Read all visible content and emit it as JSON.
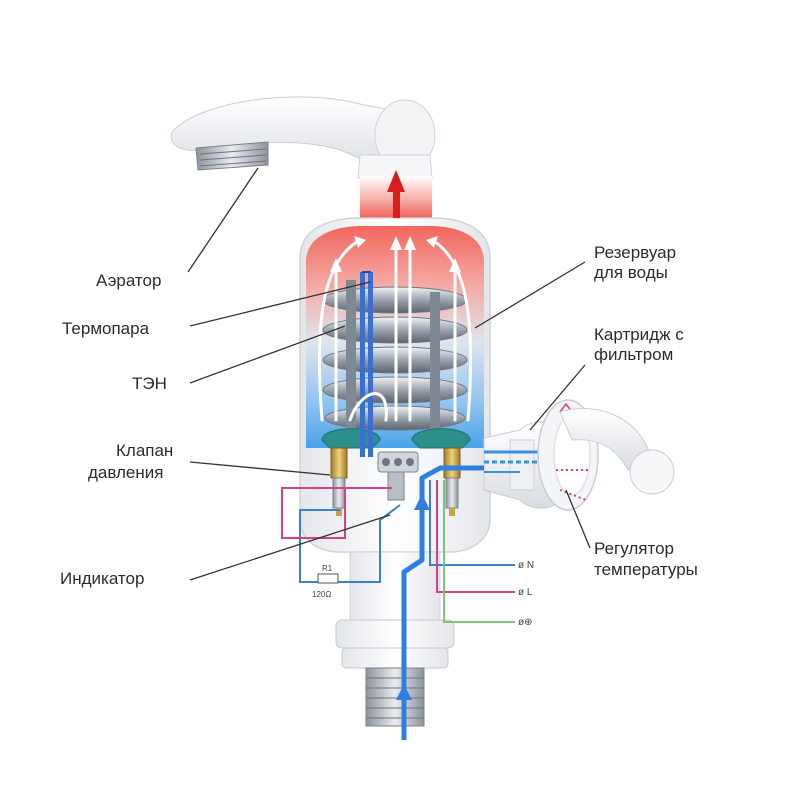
{
  "labels": {
    "aerator": "Аэратор",
    "thermocouple": "Термопара",
    "heater": "ТЭН",
    "valve_line1": "Клапан",
    "valve_line2": "давления",
    "indicator": "Индикатор",
    "reservoir_line1": "Резервуар",
    "reservoir_line2": "для воды",
    "cartridge_line1": "Картридж с",
    "cartridge_line2": "фильтром",
    "regulator_line1": "Регулятор",
    "regulator_line2": "температуры"
  },
  "wiring": {
    "neutral": "ø N",
    "line": "ø L",
    "ground": "ø⊕",
    "resistor_name": "R1",
    "resistor_value": "120Ω"
  },
  "colors": {
    "hot_water": "#ee5a52",
    "cold_water": "#3b8fe0",
    "neutral_wire": "#3a7fd0",
    "line_wire": "#d6408a",
    "ground_wire": "#7cc47a",
    "flow_arrow": "#d91c1c"
  }
}
